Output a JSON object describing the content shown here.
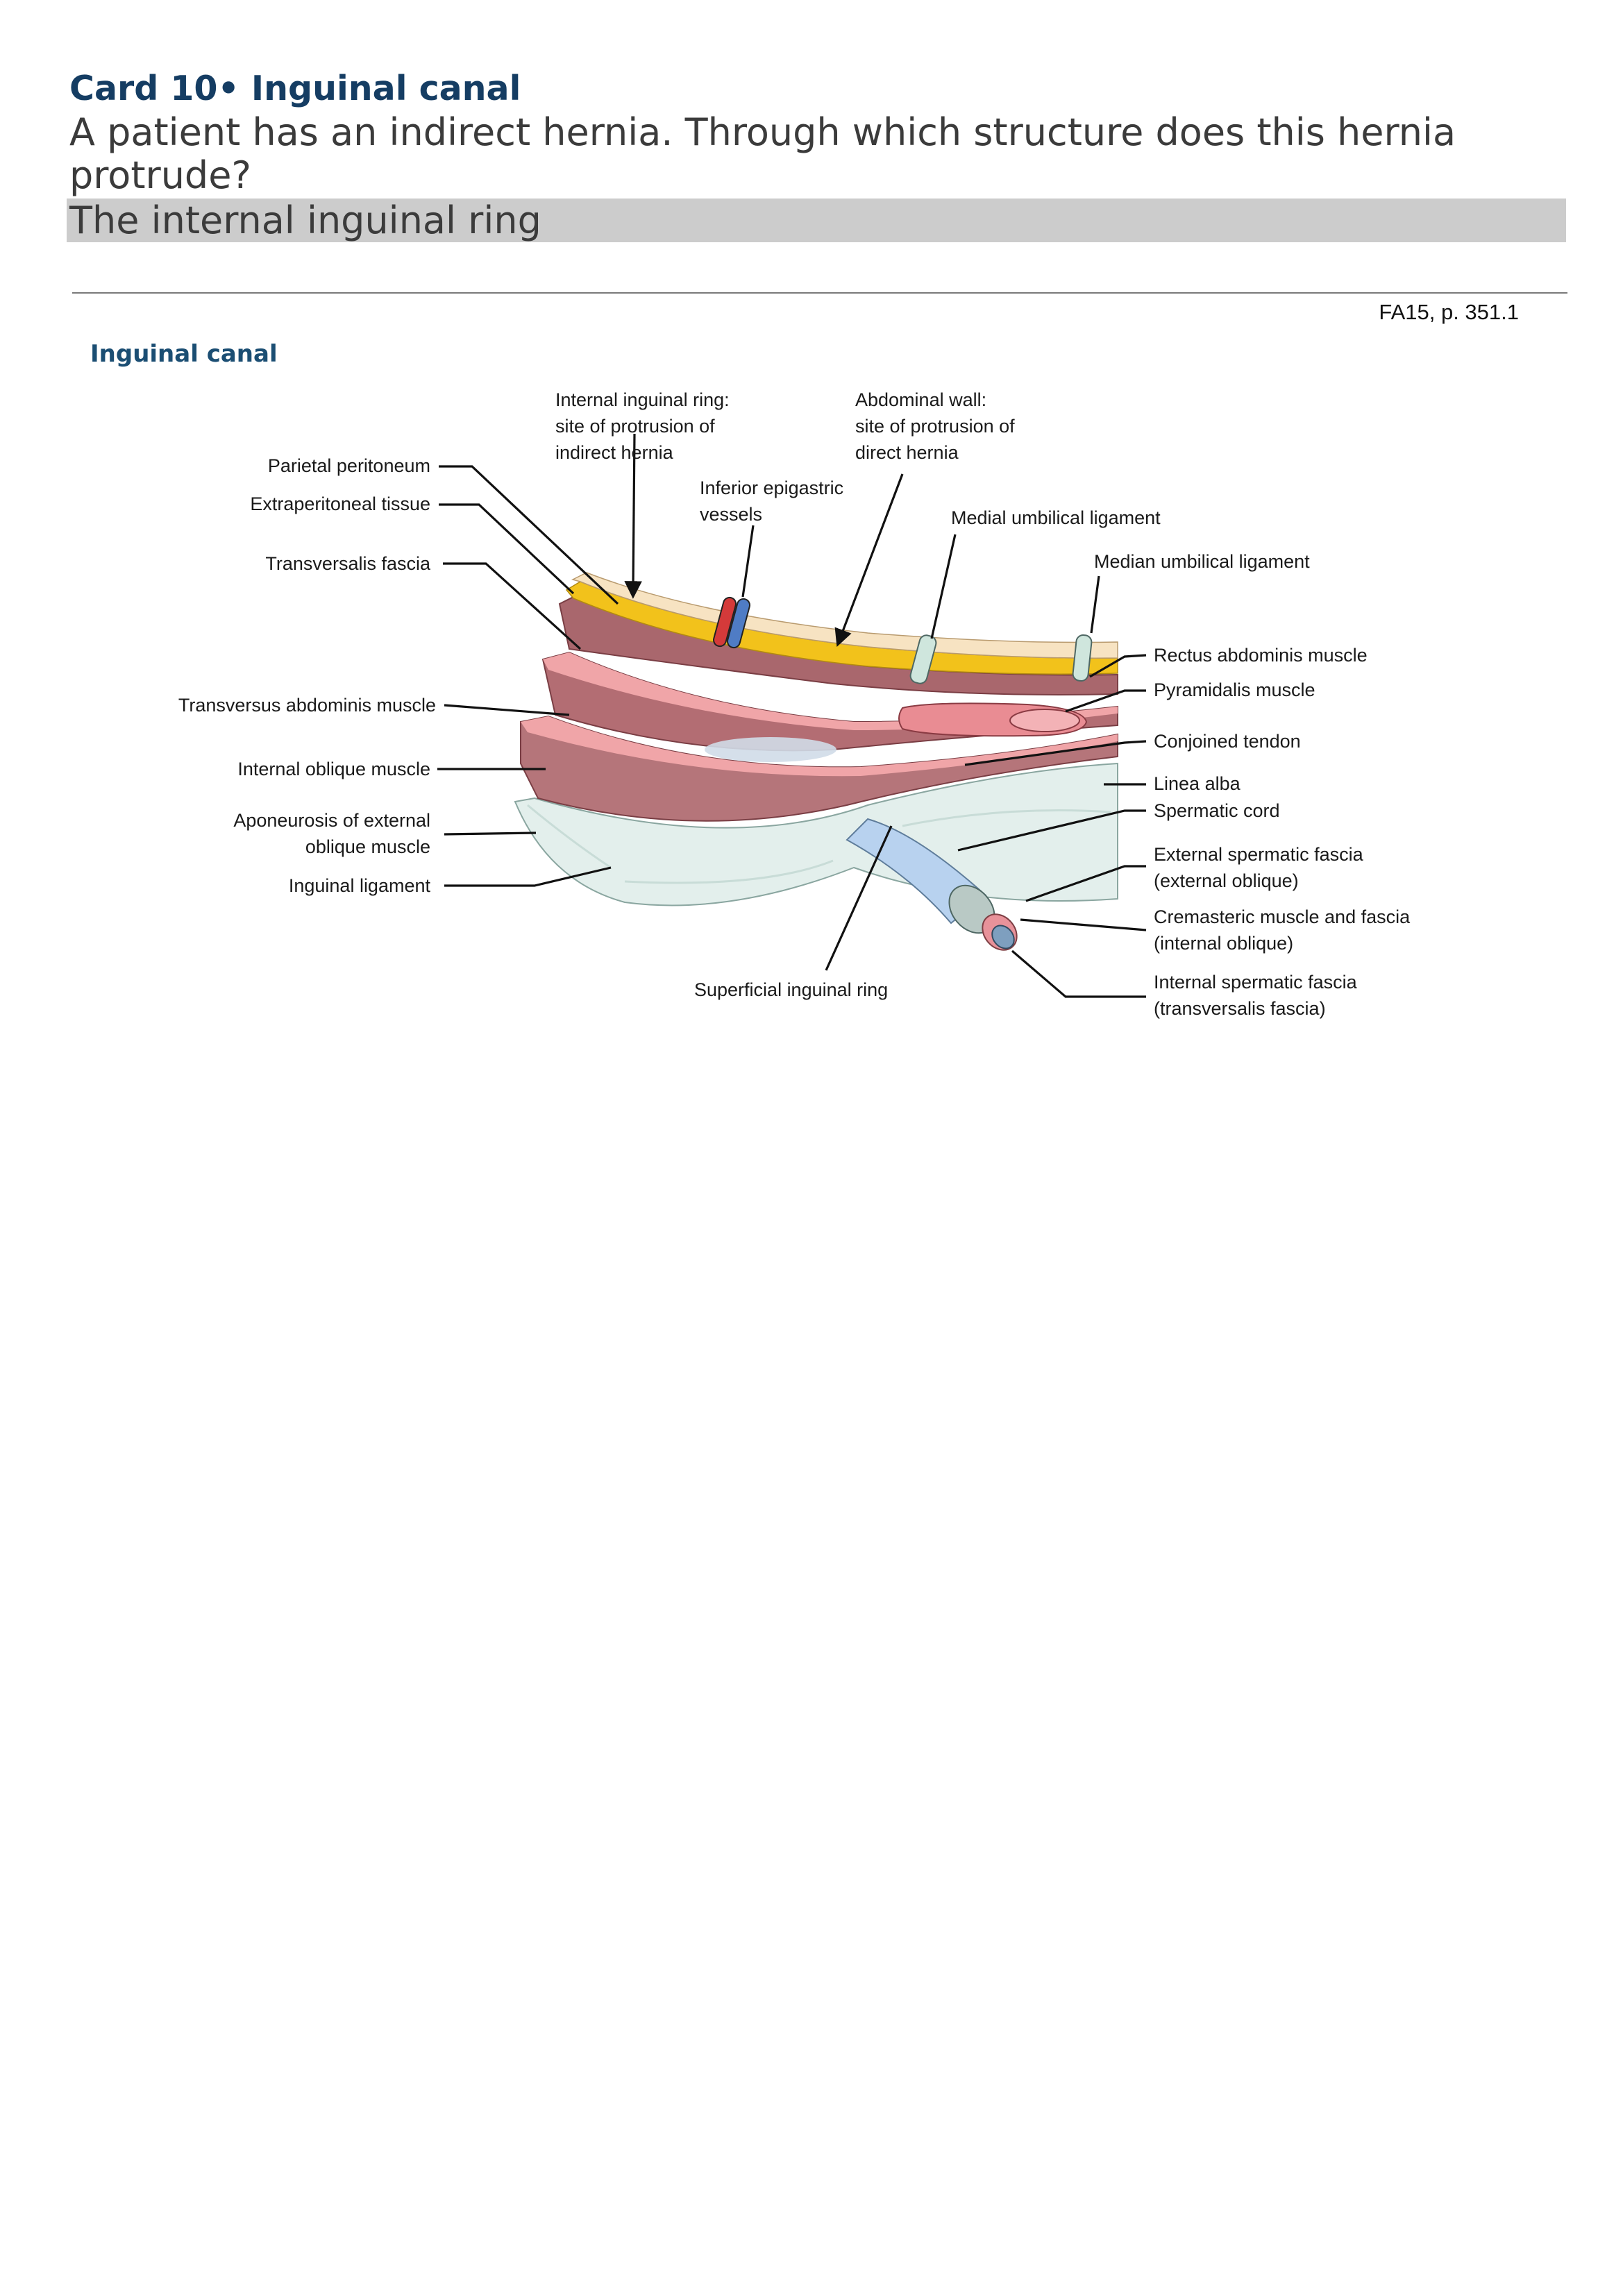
{
  "card": {
    "title": "Card 10• Inguinal canal",
    "question": "A patient has an indirect hernia. Through which structure does this hernia protrude?",
    "answer": "The internal inguinal ring"
  },
  "figure": {
    "source_ref": "FA15, p. 351.1",
    "heading": "Inguinal canal",
    "labels": {
      "internal_ring": [
        "Internal inguinal ring:",
        "site of protrusion of",
        "indirect hernia"
      ],
      "abdominal_wall": [
        "Abdominal wall:",
        "site of protrusion of",
        "direct hernia"
      ],
      "epigastric": [
        "Inferior epigastric",
        "vessels"
      ],
      "medial_umbilical": "Medial umbilical ligament",
      "median_umbilical": "Median umbilical ligament",
      "parietal_peritoneum": "Parietal peritoneum",
      "extraperitoneal": "Extraperitoneal tissue",
      "transversalis": "Transversalis fascia",
      "transversus": "Transversus abdominis muscle",
      "internal_oblique": "Internal oblique muscle",
      "aponeurosis": [
        "Aponeurosis of external",
        "oblique muscle"
      ],
      "inguinal_ligament": "Inguinal ligament",
      "superficial_ring": "Superficial inguinal ring",
      "rectus": "Rectus abdominis muscle",
      "pyramidalis": "Pyramidalis muscle",
      "conjoined": "Conjoined tendon",
      "linea_alba": "Linea alba",
      "spermatic_cord": "Spermatic cord",
      "external_spermatic": [
        "External spermatic fascia",
        "(external oblique)"
      ],
      "cremasteric": [
        "Cremasteric muscle and fascia",
        "(internal oblique)"
      ],
      "internal_spermatic": [
        "Internal spermatic fascia",
        "(transversalis fascia)"
      ]
    }
  }
}
